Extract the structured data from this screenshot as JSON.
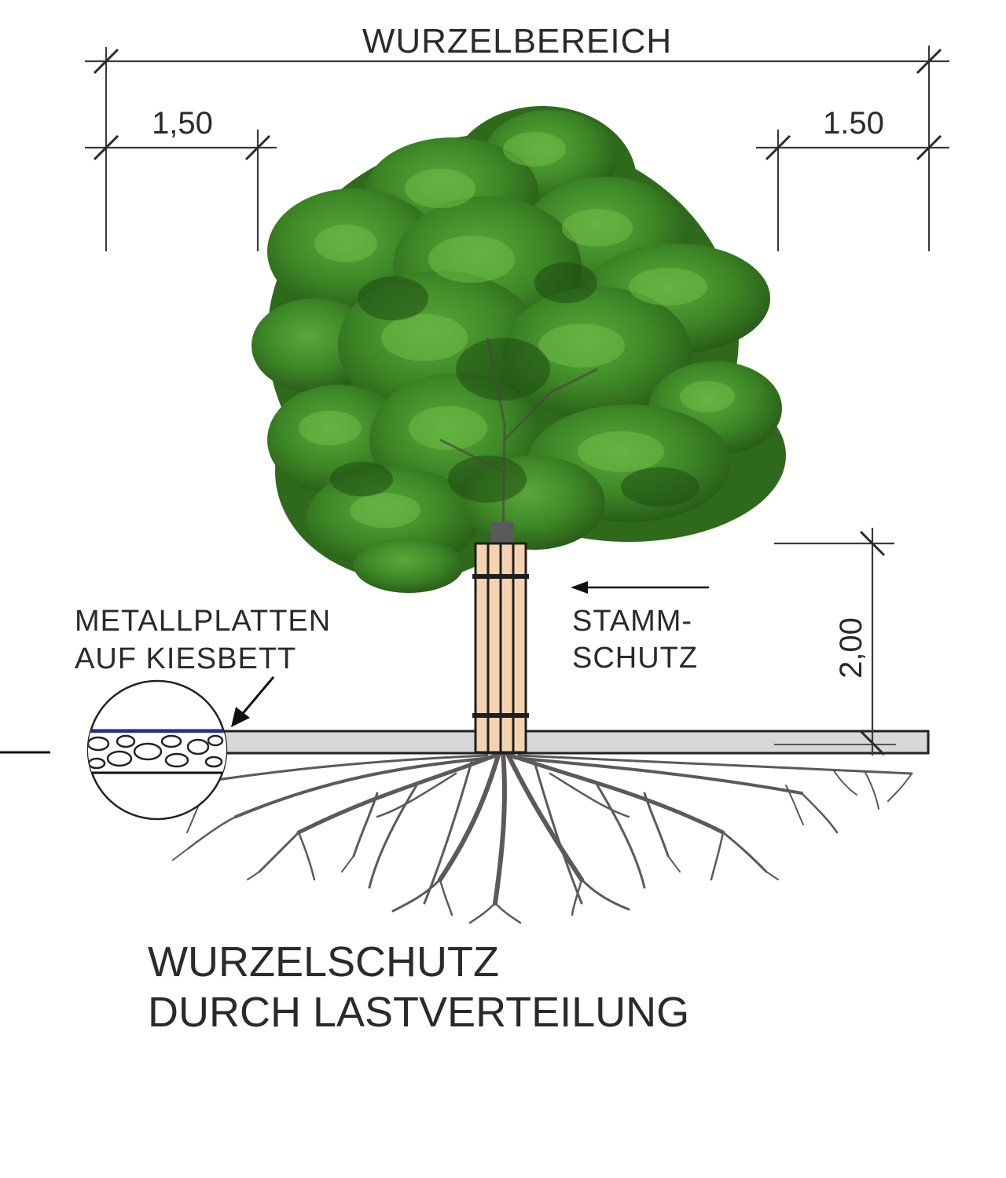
{
  "labels": {
    "root_zone": "WURZELBEREICH",
    "dim_left": "1,50",
    "dim_right": "1.50",
    "dim_height": "2,00",
    "plates_line1": "METALLPLATTEN",
    "plates_line2": "AUF KIESBETT",
    "trunk_line1": "STAMM-",
    "trunk_line2": "SCHUTZ",
    "caption_line1": "WURZELSCHUTZ",
    "caption_line2": "DURCH LASTVERTEILUNG"
  },
  "colors": {
    "foliage_dark": "#2f6a1c",
    "foliage_mid": "#3f8a28",
    "foliage_light": "#5aa83a",
    "trunk_guard": "#f5d3b0",
    "guard_band": "#1e1e1e",
    "ground_slab": "#d7d7d7",
    "plate_line": "#1f2f9a",
    "roots": "#555555"
  },
  "icons": [
    "tree-canopy-icon",
    "roots-icon",
    "gravel-bed-icon",
    "arrow-left-icon",
    "leader-arrow-icon"
  ]
}
